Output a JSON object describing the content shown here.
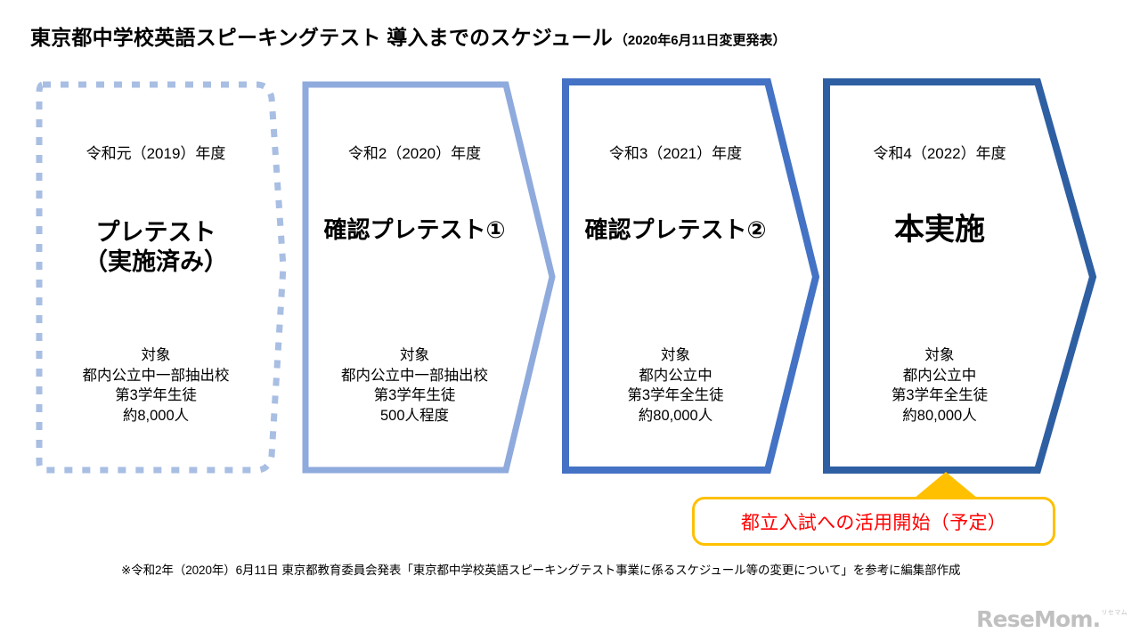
{
  "header": {
    "title": "東京都中学校英語スピーキングテスト 導入までのスケジュール",
    "title_note": "（2020年6月11日変更発表）"
  },
  "diagram": {
    "type": "chevron-timeline",
    "panels": [
      {
        "id": "panel-pretest",
        "year": "令和元（2019）年度",
        "title_lines": [
          "プレテスト",
          "（実施済み）"
        ],
        "detail_lines": [
          "対象",
          "都内公立中一部抽出校",
          "第3学年生徒",
          "約8,000人"
        ],
        "border_color": "#A8BEE3",
        "border_style": "dashed",
        "state": "completed"
      },
      {
        "id": "panel-confirm-pretest-1",
        "year": "令和2（2020）年度",
        "title_lines": [
          "確認プレテスト①"
        ],
        "detail_lines": [
          "対象",
          "都内公立中一部抽出校",
          "第3学年生徒",
          "500人程度"
        ],
        "border_color": "#8FAADC",
        "border_style": "solid",
        "state": "planned"
      },
      {
        "id": "panel-confirm-pretest-2",
        "year": "令和3（2021）年度",
        "title_lines": [
          "確認プレテスト②"
        ],
        "detail_lines": [
          "対象",
          "都内公立中",
          "第3学年全生徒",
          "約80,000人"
        ],
        "border_color": "#4472C4",
        "border_style": "solid",
        "state": "planned"
      },
      {
        "id": "panel-full-implementation",
        "year": "令和4（2022）年度",
        "title_lines": [
          "本実施"
        ],
        "detail_lines": [
          "対象",
          "都内公立中",
          "第3学年全生徒",
          "約80,000人"
        ],
        "border_color": "#2E5FA3",
        "border_style": "solid",
        "state": "final"
      }
    ]
  },
  "callout": {
    "text": "都立入試への活用開始（予定）",
    "text_color": "#FF0000",
    "border_color": "#FFC000",
    "arrow_color": "#FFC000",
    "arrow_direction": "up"
  },
  "footnote": {
    "text": "※令和2年（2020年）6月11日 東京都教育委員会発表「東京都中学校英語スピーキングテスト事業に係るスケジュール等の変更について」を参考に編集部作成"
  },
  "watermark": {
    "text": "ReseMom.",
    "kana": "リセマム"
  }
}
